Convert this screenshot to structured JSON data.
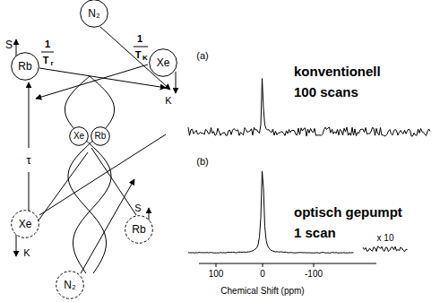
{
  "diagram": {
    "nodes": [
      {
        "text": [
          "N₂"
        ]
      },
      {
        "text": [
          "Rb"
        ]
      },
      {
        "text": [
          "Xe"
        ]
      },
      {
        "text": [
          "Xe"
        ]
      },
      {
        "text": [
          "Rb"
        ]
      },
      {
        "text": [
          "Xe"
        ]
      },
      {
        "text": [
          "Rb"
        ]
      },
      {
        "text": [
          "N₂"
        ]
      }
    ],
    "labels": [
      "S",
      "1",
      "T",
      "r",
      "1",
      "T",
      "K",
      "K",
      "τ",
      "K",
      "S",
      "(a)",
      "konventionell",
      "100 scans",
      "(b)",
      "optisch gepumpt",
      "1 scan",
      "x 10",
      "100",
      "0",
      "-100",
      "Chemical Shift (ppm)"
    ]
  }
}
